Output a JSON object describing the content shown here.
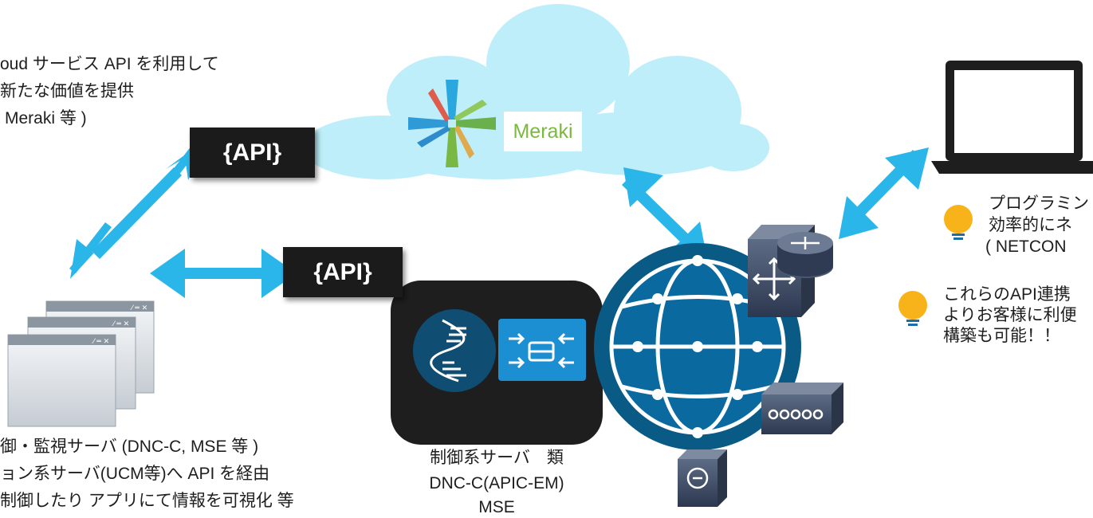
{
  "cloud": {
    "brand_label": "Meraki",
    "caption": [
      "oud サービス API を利用して",
      "新たな価値を提供",
      "Meraki 等 )"
    ]
  },
  "api_boxes": {
    "top_label": "{API}",
    "middle_label": "{API}"
  },
  "servers": {
    "caption": [
      "御・監視サーバ (DNC-C, MSE 等 )",
      "ョン系サーバ(UCM等)へ API を経由",
      "制御したり アプリにて情報を可視化 等"
    ]
  },
  "control_servers": {
    "caption": [
      "制御系サーバ　類",
      "DNC-C(APIC-EM)",
      "MSE"
    ]
  },
  "laptop_note": [
    "プログラミン",
    "効率的にネ",
    "( NETCON"
  ],
  "api_note": [
    "これらのAPI連携",
    "よりお客様に利便",
    "構築も可能！！"
  ],
  "colors": {
    "arrow": "#2bb6ea",
    "arrow_dark": "#1175c2",
    "cloud": "#bdeef9",
    "globe": "#0a5a86",
    "globe_dark": "#06446a",
    "api_box": "#1b1b1b",
    "bulb": "#f8b31b",
    "device": "#3f4e67",
    "meraki_green": "#7ab940"
  }
}
